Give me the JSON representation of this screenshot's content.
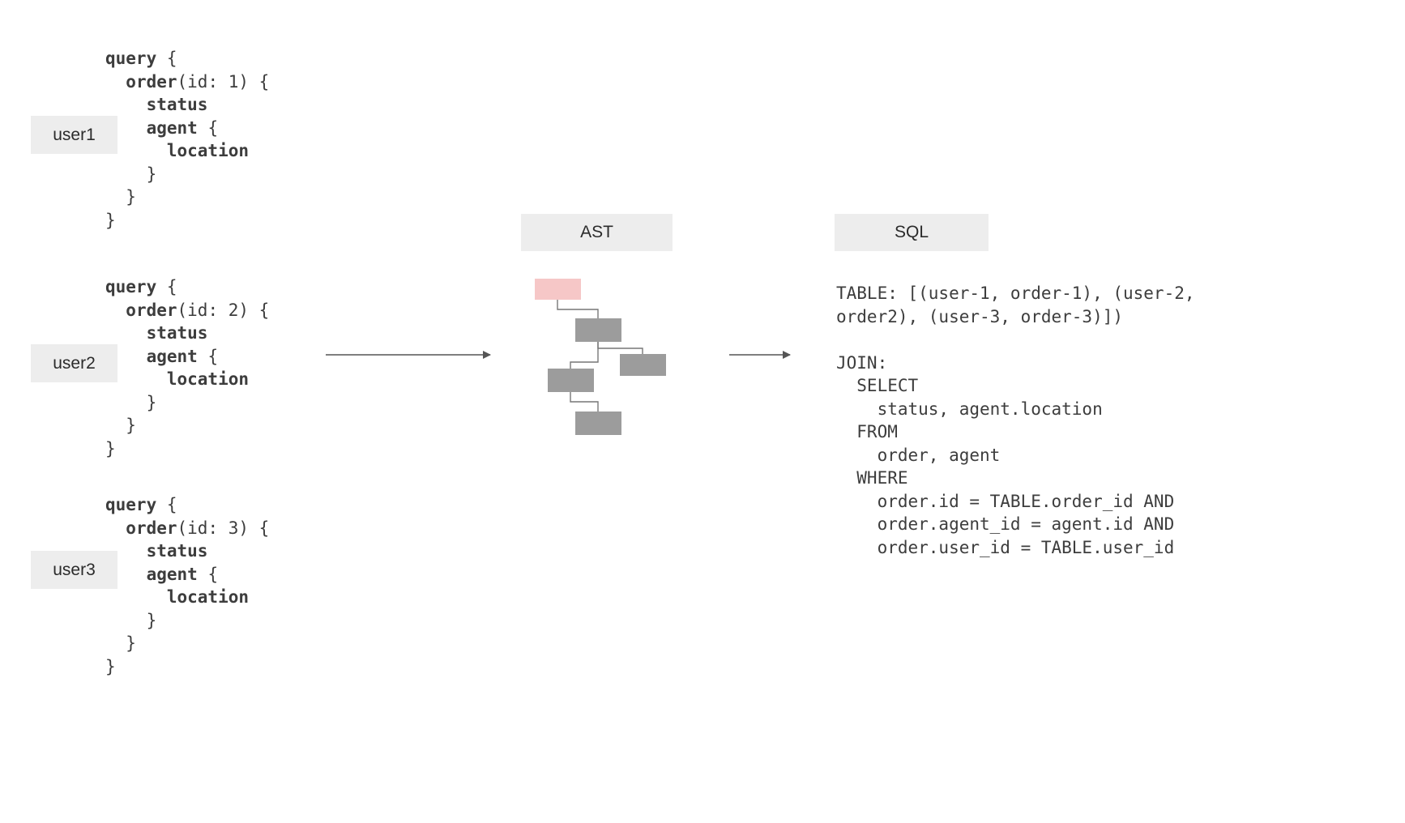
{
  "colors": {
    "background": "#ffffff",
    "label_bg": "#ededed",
    "label_text": "#2b2b2b",
    "code_text": "#3d3d3d",
    "ast_root_fill": "#f6c7c7",
    "ast_node_fill": "#9c9c9c",
    "connector": "#777777",
    "arrow": "#555555"
  },
  "labels": {
    "ast": "AST",
    "sql": "SQL"
  },
  "queries": [
    {
      "label": "user1",
      "lines": [
        [
          {
            "t": "query",
            "b": true
          },
          {
            "t": " {",
            "b": false
          }
        ],
        [
          {
            "t": "  ",
            "b": false
          },
          {
            "t": "order",
            "b": true
          },
          {
            "t": "(id: 1) {",
            "b": false
          }
        ],
        [
          {
            "t": "    ",
            "b": false
          },
          {
            "t": "status",
            "b": true
          }
        ],
        [
          {
            "t": "    ",
            "b": false
          },
          {
            "t": "agent",
            "b": true
          },
          {
            "t": " {",
            "b": false
          }
        ],
        [
          {
            "t": "      ",
            "b": false
          },
          {
            "t": "location",
            "b": true
          }
        ],
        [
          {
            "t": "    }",
            "b": false
          }
        ],
        [
          {
            "t": "  }",
            "b": false
          }
        ],
        [
          {
            "t": "}",
            "b": false
          }
        ]
      ]
    },
    {
      "label": "user2",
      "lines": [
        [
          {
            "t": "query",
            "b": true
          },
          {
            "t": " {",
            "b": false
          }
        ],
        [
          {
            "t": "  ",
            "b": false
          },
          {
            "t": "order",
            "b": true
          },
          {
            "t": "(id: 2) {",
            "b": false
          }
        ],
        [
          {
            "t": "    ",
            "b": false
          },
          {
            "t": "status",
            "b": true
          }
        ],
        [
          {
            "t": "    ",
            "b": false
          },
          {
            "t": "agent",
            "b": true
          },
          {
            "t": " {",
            "b": false
          }
        ],
        [
          {
            "t": "      ",
            "b": false
          },
          {
            "t": "location",
            "b": true
          }
        ],
        [
          {
            "t": "    }",
            "b": false
          }
        ],
        [
          {
            "t": "  }",
            "b": false
          }
        ],
        [
          {
            "t": "}",
            "b": false
          }
        ]
      ]
    },
    {
      "label": "user3",
      "lines": [
        [
          {
            "t": "query",
            "b": true
          },
          {
            "t": " {",
            "b": false
          }
        ],
        [
          {
            "t": "  ",
            "b": false
          },
          {
            "t": "order",
            "b": true
          },
          {
            "t": "(id: 3) {",
            "b": false
          }
        ],
        [
          {
            "t": "    ",
            "b": false
          },
          {
            "t": "status",
            "b": true
          }
        ],
        [
          {
            "t": "    ",
            "b": false
          },
          {
            "t": "agent",
            "b": true
          },
          {
            "t": " {",
            "b": false
          }
        ],
        [
          {
            "t": "      ",
            "b": false
          },
          {
            "t": "location",
            "b": true
          }
        ],
        [
          {
            "t": "    }",
            "b": false
          }
        ],
        [
          {
            "t": "  }",
            "b": false
          }
        ],
        [
          {
            "t": "}",
            "b": false
          }
        ]
      ]
    }
  ],
  "sql": {
    "lines": [
      "TABLE: [(user-1, order-1), (user-2,",
      "order2), (user-3, order-3)])",
      "",
      "JOIN:",
      "  SELECT",
      "    status, agent.location",
      "  FROM",
      "    order, agent",
      "  WHERE",
      "    order.id = TABLE.order_id AND",
      "    order.agent_id = agent.id AND",
      "    order.user_id = TABLE.user_id"
    ]
  }
}
